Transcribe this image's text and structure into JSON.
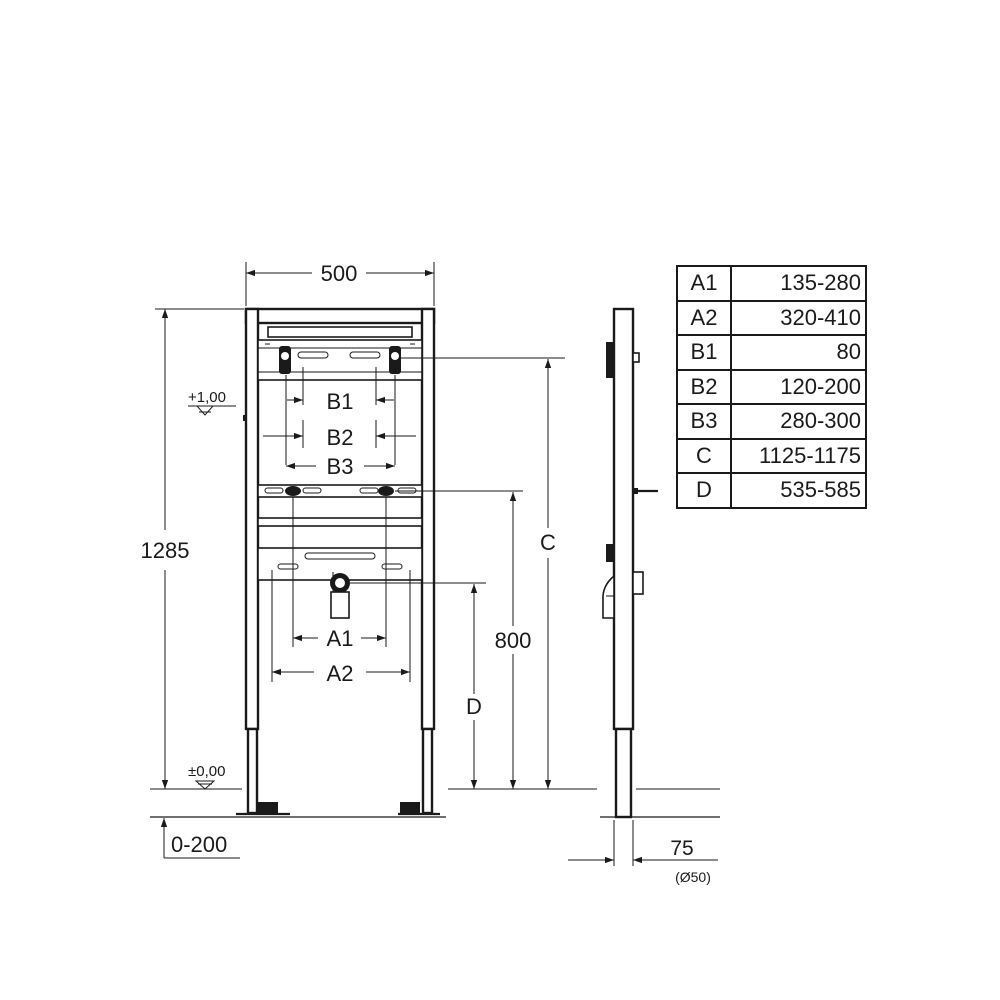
{
  "front_view": {
    "width_label": "500",
    "height_label": "1285",
    "level_top": "+1,00",
    "level_floor": "±0,00",
    "floor_adjust": "0-200",
    "labels": {
      "b1": "B1",
      "b2": "B2",
      "b3": "B3",
      "a1": "A1",
      "a2": "A2",
      "c": "C",
      "d": "D",
      "height_800": "800"
    }
  },
  "side_view": {
    "depth_label": "75",
    "diameter_label": "(Ø50)"
  },
  "dimension_table": [
    {
      "key": "A1",
      "value": "135-280"
    },
    {
      "key": "A2",
      "value": "320-410"
    },
    {
      "key": "B1",
      "value": "80"
    },
    {
      "key": "B2",
      "value": "120-200"
    },
    {
      "key": "B3",
      "value": "280-300"
    },
    {
      "key": "C",
      "value": "1125-1175"
    },
    {
      "key": "D",
      "value": "535-585"
    }
  ]
}
